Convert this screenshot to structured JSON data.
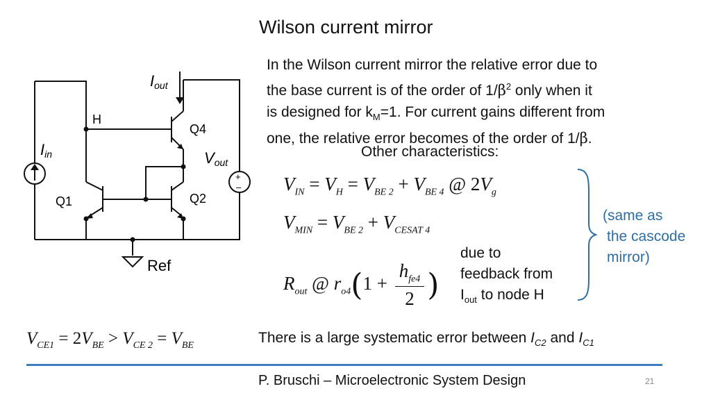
{
  "title": "Wilson current mirror",
  "intro": {
    "line1": "In the Wilson current mirror the  relative error due to",
    "line2a": "the base current  is of the order of 1/",
    "beta": "β",
    "sup2": "2",
    "line2b": " only when it",
    "line3a": "is designed for k",
    "sub_M": "M",
    "line3b": "=1. For current gains different from",
    "line4a": "one, the relative error becomes of the order of 1/",
    "line4b": "."
  },
  "other_characteristics": "Other characteristics:",
  "equations": {
    "vin": {
      "V": "V",
      "IN": "IN",
      "eq1": " = ",
      "V2": "V",
      "H": "H",
      "eq2": " = ",
      "V3": "V",
      "BE2": "BE 2",
      "plus": " + ",
      "V4": "V",
      "BE4": "BE 4",
      "approx": " @ 2",
      "V5": "V",
      "g": "g"
    },
    "vmin": {
      "V": "V",
      "MIN": "MIN",
      "eq": " = ",
      "V2": "V",
      "BE2": "BE 2",
      "plus": " + ",
      "V3": "V",
      "CESAT4": "CESAT 4"
    },
    "rout": {
      "R": "R",
      "out": "out",
      "approx": " @ ",
      "r": "r",
      "o4": "o4",
      "one_plus": "1 + ",
      "h": "h",
      "fe4": "fe4",
      "den": "2"
    }
  },
  "due_to": {
    "line1": "due to",
    "line2": "feedback from",
    "line3_I": "I",
    "line3_sub": "out",
    "line3_rest": " to node  H"
  },
  "same_as": {
    "line1": "(same as",
    "line2": "the cascode",
    "line3": "mirror)"
  },
  "bottom_equation": {
    "V1": "V",
    "CE1": "CE1",
    "eq1": " = 2",
    "V2": "V",
    "BE": "BE",
    "gt": " > ",
    "V3": "V",
    "CE2": "CE 2",
    "eq2": " = ",
    "V4": "V",
    "BE2": "BE"
  },
  "systematic": {
    "text": "There is a large systematic error between ",
    "I1": "I",
    "C2": "C2",
    "and": " and ",
    "I2": "I",
    "C1": "C1"
  },
  "footer": "P. Bruschi – Microelectronic System Design",
  "page_number": "21",
  "circuit": {
    "label_iout_I": "I",
    "label_iout_sub": "out",
    "label_H": "H",
    "label_Q4": "Q4",
    "label_iin_I": "I",
    "label_iin_sub": "in",
    "label_vout_V": "V",
    "label_vout_sub": "out",
    "label_Q1": "Q1",
    "label_Q2": "Q2",
    "label_ref": "Ref",
    "plus": "+",
    "minus": "–"
  },
  "colors": {
    "accent": "#3f7fbf",
    "bracket": "#2e6da4"
  }
}
